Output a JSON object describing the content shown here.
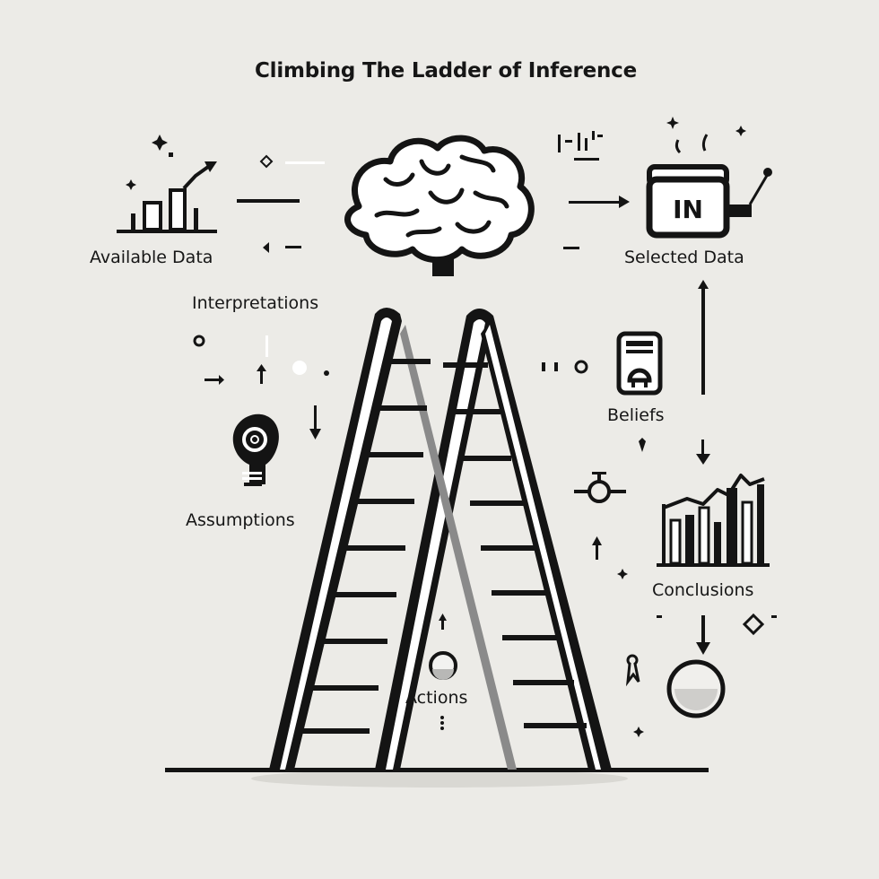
{
  "title": "Climbing The Ladder of Inference",
  "labels": {
    "available_data": "Available Data",
    "selected_data": "Selected Data",
    "interpretations": "Interpretations",
    "beliefs": "Beliefs",
    "assumptions": "Assumptions",
    "conclusions": "Conclusions",
    "actions": "Actions"
  },
  "in_box_text": "IN",
  "icons": [
    "bar-chart-icon",
    "brain-icon",
    "in-box-icon",
    "lightbulb-icon",
    "ladder-icon",
    "device-icon",
    "conclusions-chart-icon",
    "sphere-icon",
    "ball-icon"
  ],
  "colors": {
    "background": "#ecebe7",
    "ink": "#141414"
  }
}
